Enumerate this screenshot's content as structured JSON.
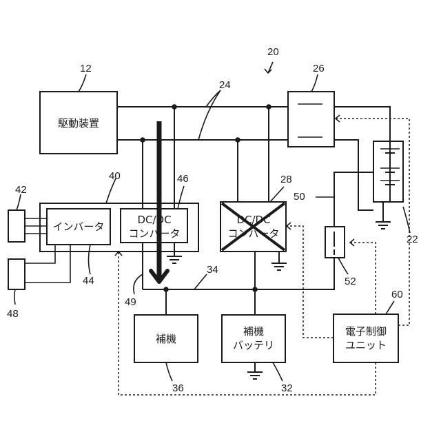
{
  "labels": {
    "drive_device": "駆動装置",
    "inverter": "インバータ",
    "dcdc_46_line1": "DC/DC",
    "dcdc_46_line2": "コンバータ",
    "dcdc_28_line1": "DC/DC",
    "dcdc_28_line2": "コンバータ",
    "auxiliary": "補機",
    "aux_battery_line1": "補機",
    "aux_battery_line2": "バッテリ",
    "ecu_line1": "電子制御",
    "ecu_line2": "ユニット"
  },
  "refs": {
    "r20": "20",
    "r12": "12",
    "r24": "24",
    "r26": "26",
    "r40": "40",
    "r46": "46",
    "r28": "28",
    "r42": "42",
    "r50": "50",
    "r44": "44",
    "r48": "48",
    "r22": "22",
    "r52": "52",
    "r34": "34",
    "r49": "49",
    "r60": "60",
    "r36": "36",
    "r32": "32"
  }
}
